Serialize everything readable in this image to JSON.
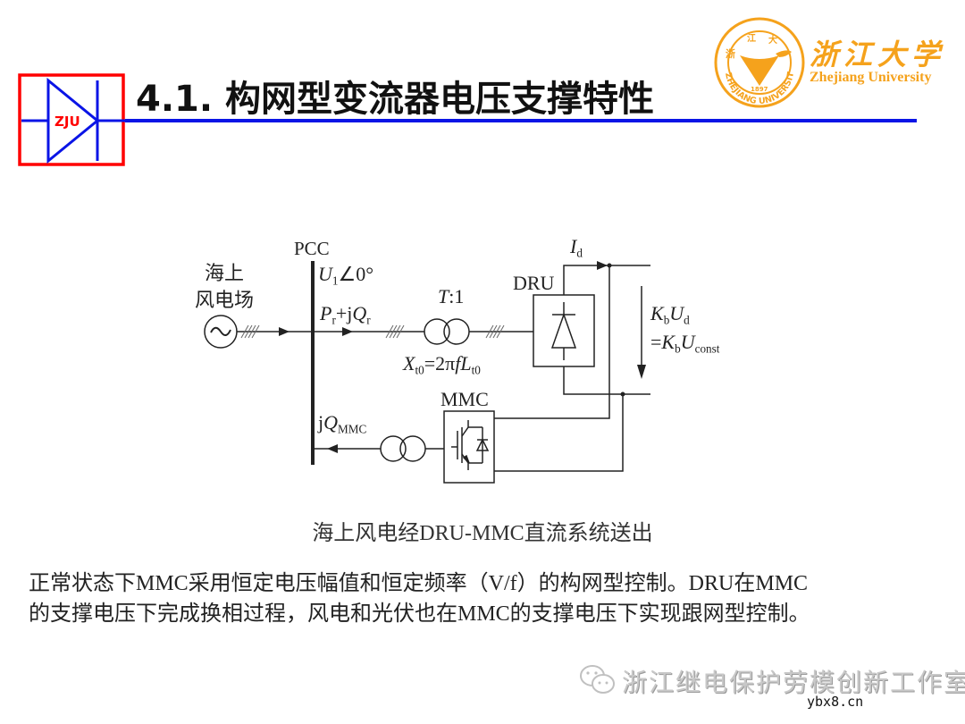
{
  "header": {
    "logo_text": "ZJU",
    "title": "4.1. 构网型变流器电压支撑特性",
    "university_name_cn": "浙江大学",
    "university_name_en": "Zhejiang University",
    "seal_text": "ZHEJIANG UNIVERSITY",
    "seal_year": "1897",
    "colors": {
      "logo_frame": "#ff0000",
      "logo_symbol": "#0a14e6",
      "rule": "#0a14e6",
      "university": "#f5a21c"
    }
  },
  "diagram": {
    "labels": {
      "wind_farm_line1": "海上",
      "wind_farm_line2": "风电场",
      "pcc": "PCC",
      "voltage": "U1∠0°",
      "power": "Pr+jQr",
      "transformer_ratio": "T:1",
      "reactance": "Xt0=2πfLt0",
      "dru": "DRU",
      "current": "Id",
      "dc_voltage_line1": "KbUd",
      "dc_voltage_line2": "=KbUconst",
      "mmc": "MMC",
      "mmc_reactive": "jQMMC"
    },
    "symbols": [
      "ac-source-icon",
      "transformer-icon",
      "diode-rectifier-icon",
      "igbt-converter-icon"
    ]
  },
  "caption": "海上风电经DRU-MMC直流系统送出",
  "body": {
    "line1": "正常状态下MMC采用恒定电压幅值和恒定频率（V/f）的构网型控制。DRU在MMC",
    "line2": "的支撑电压下完成换相过程，风电和光伏也在MMC的支撑电压下实现跟网型控制。"
  },
  "watermark": {
    "text": "浙江继电保护劳模创新工作室",
    "site": "ybx8.cn"
  }
}
